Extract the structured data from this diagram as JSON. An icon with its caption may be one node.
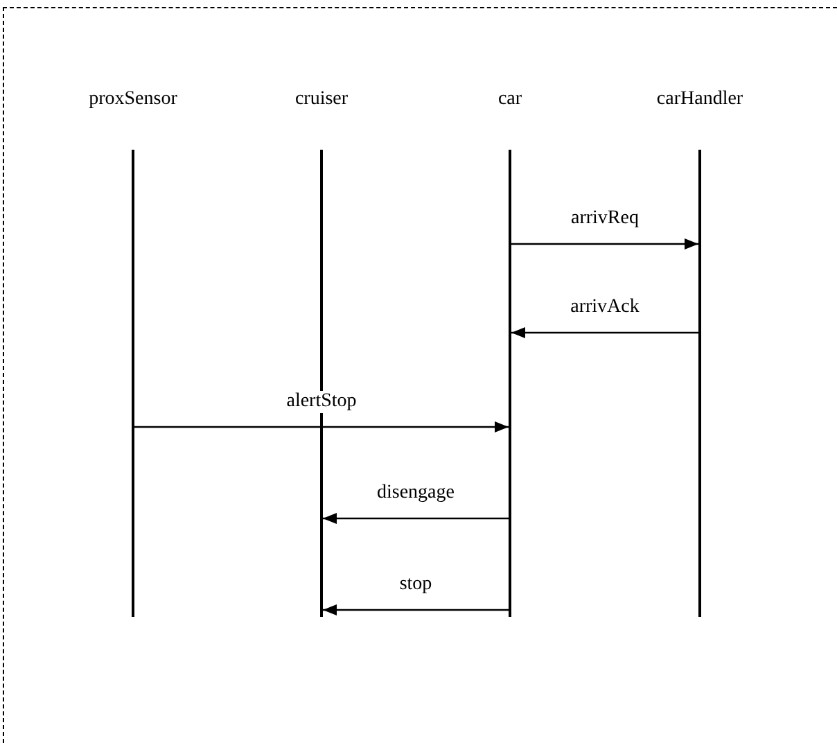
{
  "diagram": {
    "nodes": [
      {
        "text": [
          "proxSensor"
        ]
      },
      {
        "text": [
          "cruiser"
        ]
      },
      {
        "text": [
          "car"
        ]
      },
      {
        "text": [
          "carHandler"
        ]
      },
      {
        "text": [],
        "shape": "line"
      },
      {
        "text": [],
        "shape": "line"
      },
      {
        "text": [],
        "shape": "line"
      },
      {
        "text": [],
        "shape": "line"
      }
    ],
    "edges": [
      {
        "from": 6,
        "to": 7,
        "arrow": "to",
        "label": "arrivReq"
      },
      {
        "from": 7,
        "to": 6,
        "arrow": "to",
        "label": "arrivAck"
      },
      {
        "from": 4,
        "to": 6,
        "arrow": "to",
        "label": "alertStop"
      },
      {
        "from": 6,
        "to": 5,
        "arrow": "to",
        "label": "disengage"
      },
      {
        "from": 6,
        "to": 5,
        "arrow": "to",
        "label": "stop"
      }
    ]
  }
}
